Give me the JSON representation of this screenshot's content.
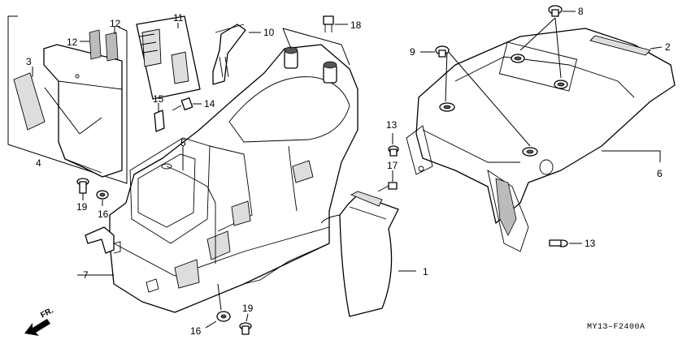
{
  "callouts": {
    "c1": "1",
    "c2": "2",
    "c3": "3",
    "c4": "4",
    "c5": "5",
    "c6": "6",
    "c7": "7",
    "c8": "8",
    "c9": "9",
    "c10": "10",
    "c11": "11",
    "c12a": "12",
    "c12b": "12",
    "c13a": "13",
    "c13b": "13",
    "c14": "14",
    "c15": "15",
    "c16a": "16",
    "c16b": "16",
    "c17": "17",
    "c18": "18",
    "c19a": "19",
    "c19b": "19"
  },
  "diagram_code": "MY13–F2400A",
  "direction_label": "FR."
}
